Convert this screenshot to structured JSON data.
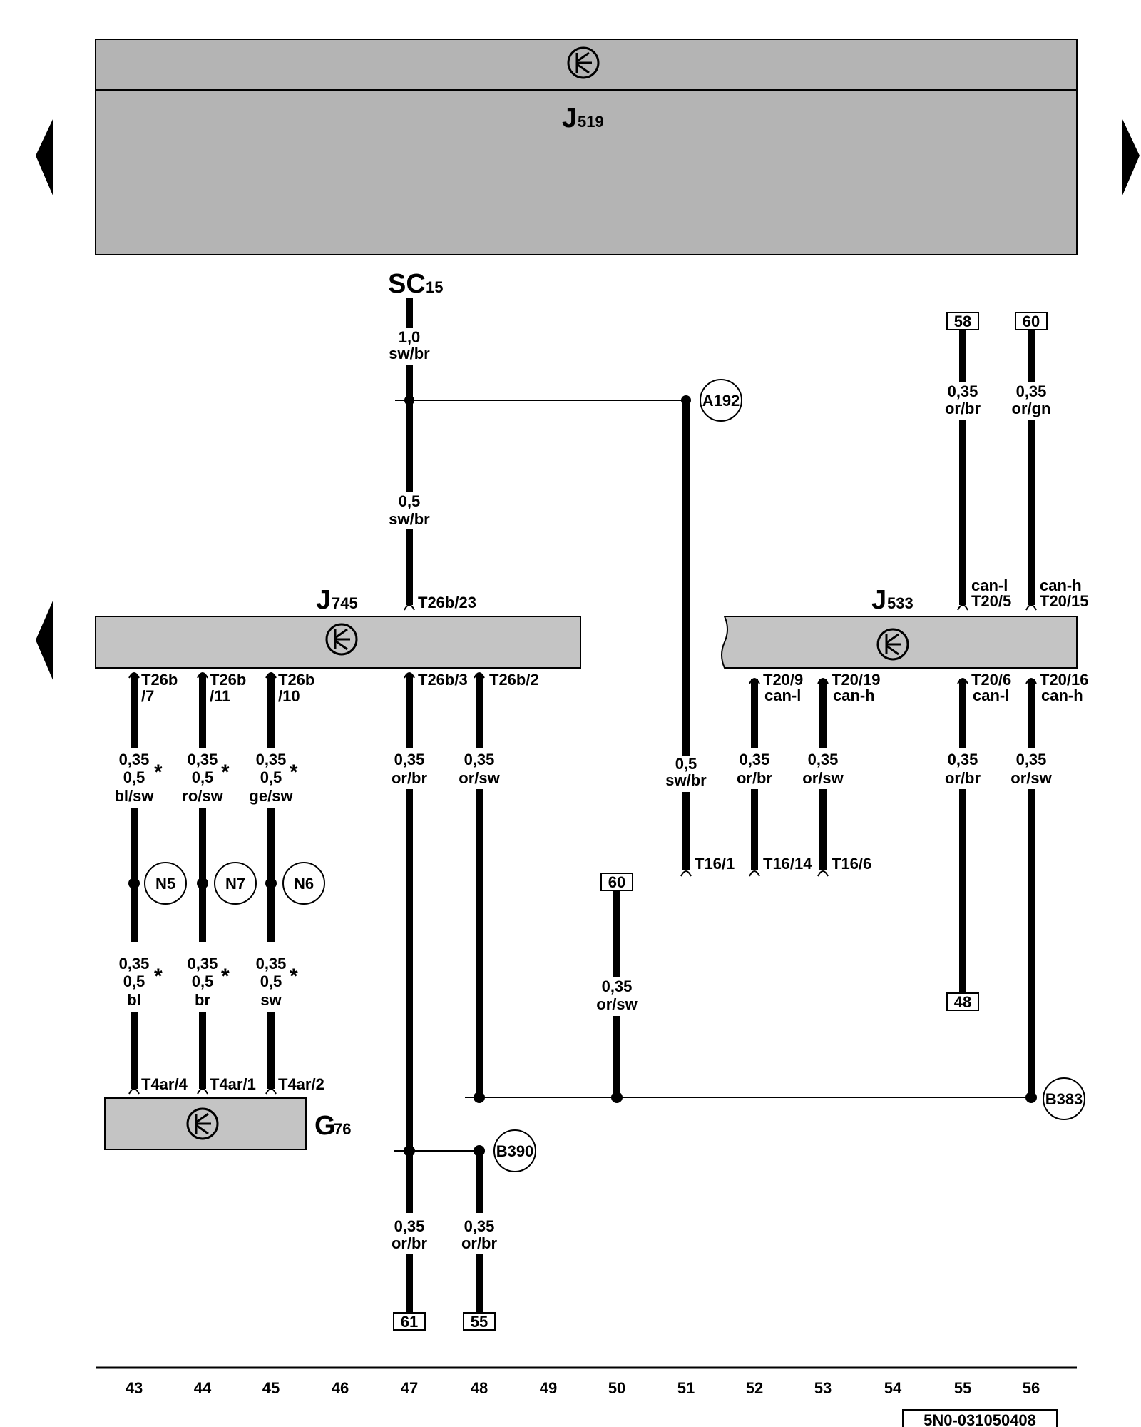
{
  "components": {
    "J519": {
      "main": "J",
      "sub": "519"
    },
    "J745": {
      "main": "J",
      "sub": "745"
    },
    "J533": {
      "main": "J",
      "sub": "533"
    },
    "G76": {
      "main": "G",
      "sub": "76"
    },
    "SC15": {
      "main": "SC",
      "sub": "15"
    }
  },
  "wires": {
    "sc_main_size": "1,0",
    "sc_main_color": "sw/br",
    "sc_j745_size": "0,5",
    "sc_j745_color": "sw/br",
    "w58_size": "0,35",
    "w58_color": "or/br",
    "w60_size": "0,35",
    "w60_color": "or/gn",
    "w43_size_a": "0,35",
    "w43_size_b": "0,5",
    "w43_color": "bl/sw",
    "w44_size_a": "0,35",
    "w44_size_b": "0,5",
    "w44_color": "ro/sw",
    "w45_size_a": "0,35",
    "w45_size_b": "0,5",
    "w45_color": "ge/sw",
    "w43b_size_a": "0,35",
    "w43b_size_b": "0,5",
    "w43b_color": "bl",
    "w44b_size_a": "0,35",
    "w44b_size_b": "0,5",
    "w44b_color": "br",
    "w45b_size_a": "0,35",
    "w45b_size_b": "0,5",
    "w45b_color": "sw",
    "w47_size": "0,35",
    "w47_color": "or/br",
    "w48_size": "0,35",
    "w48_color": "or/sw",
    "w51_size": "0,5",
    "w51_color": "sw/br",
    "w52_size": "0,35",
    "w52_color": "or/br",
    "w53_size": "0,35",
    "w53_color": "or/sw",
    "w55_size": "0,35",
    "w55_color": "or/br",
    "w56_size": "0,35",
    "w56_color": "or/sw",
    "w50_size": "0,35",
    "w50_color": "or/sw",
    "w47b_size": "0,35",
    "w47b_color": "or/br",
    "w48b_size": "0,35",
    "w48b_color": "or/br",
    "star": "*"
  },
  "pins": {
    "t26b_23": "T26b/23",
    "t26b_7_a": "T26b",
    "t26b_7_b": "/7",
    "t26b_11_a": "T26b",
    "t26b_11_b": "/11",
    "t26b_10_a": "T26b",
    "t26b_10_b": "/10",
    "t26b_3": "T26b/3",
    "t26b_2": "T26b/2",
    "t20_5_a": "can-l",
    "t20_5_b": "T20/5",
    "t20_15_a": "can-h",
    "t20_15_b": "T20/15",
    "t20_9_a": "T20/9",
    "t20_9_b": "can-l",
    "t20_19_a": "T20/19",
    "t20_19_b": "can-h",
    "t20_6_a": "T20/6",
    "t20_6_b": "can-l",
    "t20_16_a": "T20/16",
    "t20_16_b": "can-h",
    "t16_1": "T16/1",
    "t16_14": "T16/14",
    "t16_6": "T16/6",
    "t4ar_4": "T4ar/4",
    "t4ar_1": "T4ar/1",
    "t4ar_2": "T4ar/2"
  },
  "connections": {
    "A192": "A192",
    "N5": "N5",
    "N7": "N7",
    "N6": "N6",
    "B383": "B383",
    "B390": "B390"
  },
  "refs": {
    "r58": "58",
    "r60_top": "60",
    "r60_mid": "60",
    "r48": "48",
    "r61": "61",
    "r55": "55"
  },
  "track_numbers": [
    "43",
    "44",
    "45",
    "46",
    "47",
    "48",
    "49",
    "50",
    "51",
    "52",
    "53",
    "54",
    "55",
    "56"
  ],
  "doc_code": "5N0-031050408"
}
